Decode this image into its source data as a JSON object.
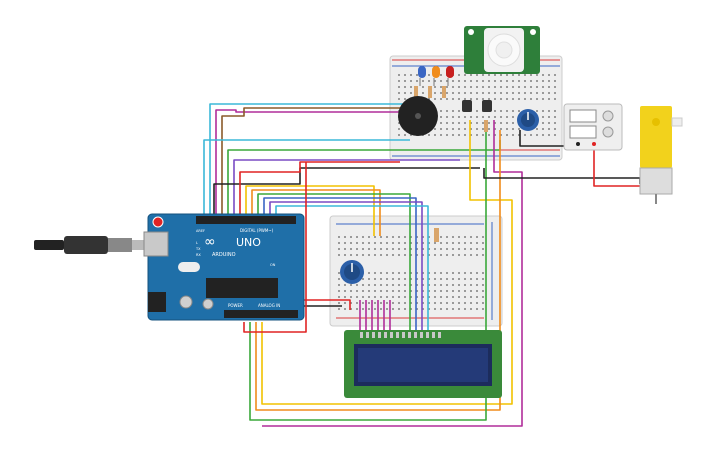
{
  "arduino": {
    "logo_text": "UNO",
    "brand_text": "ARDUINO",
    "digital_label": "DIGITAL (PWM~)",
    "power_label": "POWER",
    "analog_label": "ANALOG IN",
    "aref_label": "AREF",
    "tx_label": "TX",
    "rx_label": "RX",
    "l_label": "L",
    "on_label": "ON",
    "board_color": "#1f6fa8",
    "infinity_symbol": "∞"
  },
  "colors": {
    "breadboard": "#eeeeee",
    "breadboard_border": "#cccccc",
    "rail_red": "#d93b3b",
    "rail_blue": "#3a66c4",
    "wire_red": "#e02424",
    "wire_black": "#222222",
    "wire_yellow": "#f2c200",
    "wire_cyan": "#3bb8d8",
    "wire_magenta": "#b02d9a",
    "wire_green": "#3aa83a",
    "wire_orange": "#f08c1c",
    "wire_purple": "#7a4bc4",
    "wire_brown": "#8a5a2a",
    "wire_blue": "#3a66c4",
    "lcd_pcb": "#3a8a3a",
    "lcd_screen": "#1c2c5c",
    "pir_pcb": "#2e7f3a",
    "motor_body": "#f2d21c",
    "potentiometer": "#2b5fa8"
  },
  "components": {
    "usb_cable": "usb-cable",
    "buzzer": "piezo-buzzer",
    "pir": "pir-sensor",
    "lcd": "lcd-16x2",
    "motor": "dc-gear-motor",
    "power_supply": "bench-power-supply",
    "potentiometer": "potentiometer",
    "leds": [
      "blue",
      "orange",
      "red"
    ]
  }
}
